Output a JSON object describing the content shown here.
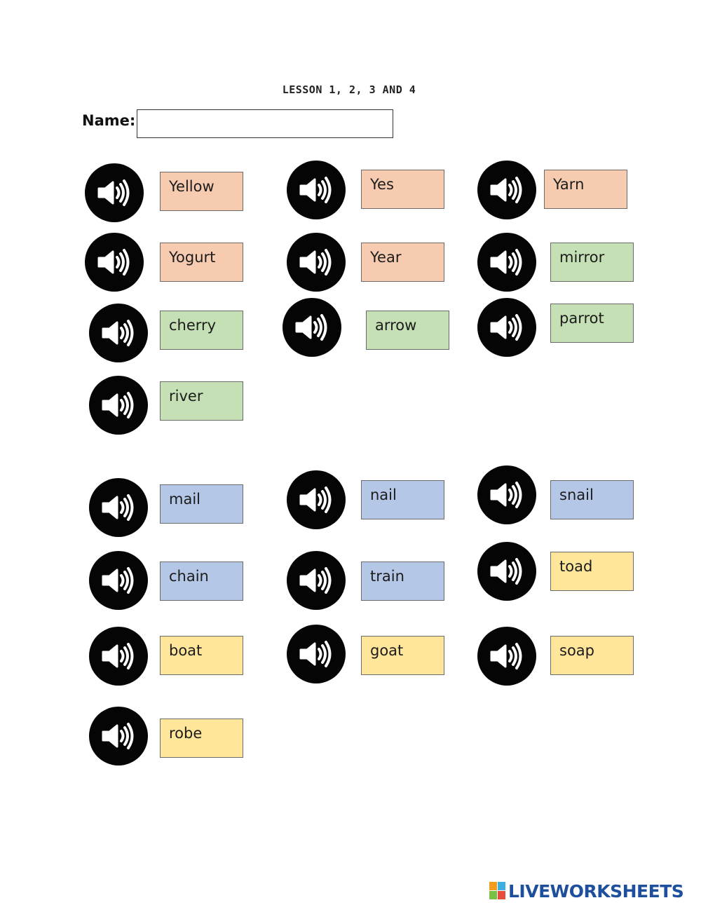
{
  "header": {
    "title": "LESSON 1, 2, 3 AND 4",
    "name_label": "Name:",
    "name_value": ""
  },
  "icons": {
    "speaker": "speaker-volume-icon"
  },
  "colors": {
    "orange": "#f6cbb0",
    "green": "#c6e0b5",
    "blue": "#b4c7e7",
    "yellow": "#ffe69a",
    "speaker": "#050505"
  },
  "words": [
    "Yellow",
    "Yes",
    "Yarn",
    "Yogurt",
    "Year",
    "mirror",
    "cherry",
    "arrow",
    "parrot",
    "river",
    "mail",
    "nail",
    "snail",
    "chain",
    "train",
    "toad",
    "boat",
    "goat",
    "soap",
    "robe"
  ],
  "footer": {
    "brand": "LIVEWORKSHEETS"
  }
}
